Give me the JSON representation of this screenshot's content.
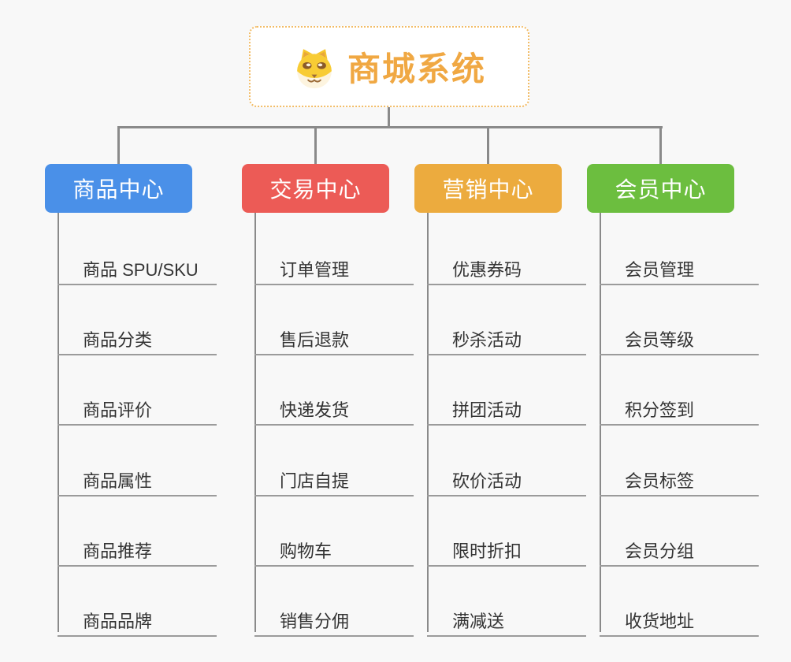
{
  "root": {
    "title": "商城系统",
    "icon": "dog-face-icon",
    "accent_color": "#f0a843",
    "border_color": "#f2bc66"
  },
  "connector_color": "#8a8a8a",
  "background_color": "#f8f8f8",
  "branches": [
    {
      "label": "商品中心",
      "color": "#4a90e8",
      "items": [
        "商品 SPU/SKU",
        "商品分类",
        "商品评价",
        "商品属性",
        "商品推荐",
        "商品品牌"
      ]
    },
    {
      "label": "交易中心",
      "color": "#ec5b56",
      "items": [
        "订单管理",
        "售后退款",
        "快递发货",
        "门店自提",
        "购物车",
        "销售分佣"
      ]
    },
    {
      "label": "营销中心",
      "color": "#ecab3e",
      "items": [
        "优惠券码",
        "秒杀活动",
        "拼团活动",
        "砍价活动",
        "限时折扣",
        "满减送"
      ]
    },
    {
      "label": "会员中心",
      "color": "#6cbe3f",
      "items": [
        "会员管理",
        "会员等级",
        "积分签到",
        "会员标签",
        "会员分组",
        "收货地址"
      ]
    }
  ]
}
